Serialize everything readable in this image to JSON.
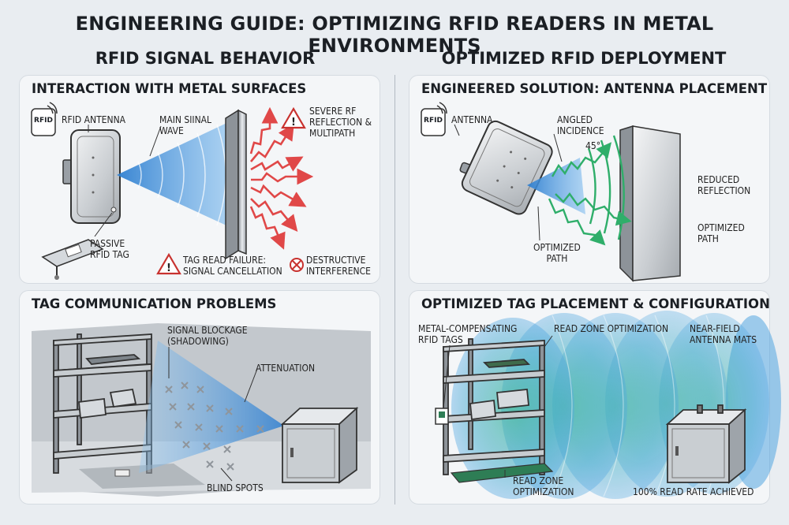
{
  "title": "ENGINEERING GUIDE: OPTIMIZING RFID READERS IN METAL ENVIRONMENTS",
  "left": {
    "heading": "RFID SIGNAL BEHAVIOR",
    "top_panel": {
      "title": "INTERACTION WITH METAL SURFACES",
      "rfid_badge": "RFID",
      "labels": {
        "antenna": "RFID ANTENNA",
        "main_wave_1": "MAIN SIINAL",
        "main_wave_2": "WAVE",
        "severe_1": "SEVERE RF",
        "severe_2": "REFLECTION &",
        "severe_3": "MULTIPATH",
        "passive_1": "PASSIVE",
        "passive_2": "RFID TAG",
        "failure_1": "TAG READ FAILURE:",
        "failure_2": "SIGNAL CANCELLATION",
        "destructive_1": "DESTRUCTIVE",
        "destructive_2": "INTERFERENCE"
      }
    },
    "bottom_panel": {
      "title": "TAG COMMUNICATION PROBLEMS",
      "labels": {
        "blockage_1": "SIGNAL BLOCKAGE",
        "blockage_2": "(SHADOWING)",
        "attenuation": "ATTENUATION",
        "blind_spots": "BLIND SPOTS"
      }
    }
  },
  "right": {
    "heading": "OPTIMIZED RFID DEPLOYMENT",
    "top_panel": {
      "title": "ENGINEERED SOLUTION: ANTENNA PLACEMENT",
      "rfid_badge": "RFID",
      "labels": {
        "antenna": "ANTENNA",
        "angled_1": "ANGLED",
        "angled_2": "INCIDENCE",
        "angle": "45°",
        "reduced_1": "REDUCED",
        "reduced_2": "REFLECTION",
        "opt_path_r_1": "OPTIMIZED",
        "opt_path_r_2": "PATH",
        "opt_path_b_1": "OPTIMIZED",
        "opt_path_b_2": "PATH"
      }
    },
    "bottom_panel": {
      "title": "OPTIMIZED TAG PLACEMENT & CONFIGURATION",
      "labels": {
        "metal_tags_1": "METAL-COMPENSATING",
        "metal_tags_2": "RFID TAGS",
        "read_zone_top": "READ ZONE OPTIMIZATION",
        "near_field_1": "NEAR-FIELD",
        "near_field_2": "ANTENNA MATS",
        "read_zone_b_1": "READ ZONE",
        "read_zone_b_2": "OPTIMIZATION",
        "read_rate": "100% READ RATE ACHIEVED"
      }
    }
  },
  "colors": {
    "signal_blue": "#3d8fd6",
    "reflection_red": "#e04848",
    "optimized_green": "#2fae6a",
    "warning_red": "#c8322f"
  }
}
